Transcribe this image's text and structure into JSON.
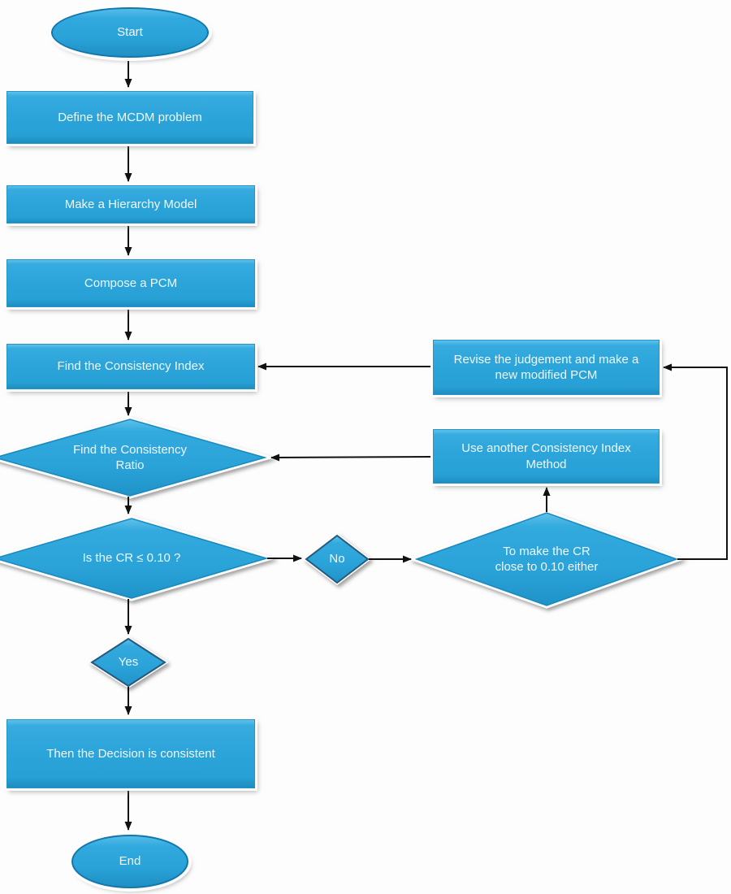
{
  "palette": {
    "node_fill": "#2ba4da",
    "node_fill_light": "#5ec1ea",
    "node_border": "#1789bd",
    "small_diamond_border": "#27597c",
    "label_text": "#eef8fd",
    "arrow": "#111111",
    "halo": "#fdfdfd",
    "background": "#fdfdfd"
  },
  "flowchart": {
    "nodes": [
      {
        "id": "start",
        "type": "terminator",
        "label": "Start"
      },
      {
        "id": "define",
        "type": "process",
        "label": "Define the MCDM problem"
      },
      {
        "id": "hierarchy",
        "type": "process",
        "label": "Make a Hierarchy Model"
      },
      {
        "id": "pcm",
        "type": "process",
        "label": "Compose a PCM"
      },
      {
        "id": "ci",
        "type": "process",
        "label": "Find the Consistency Index"
      },
      {
        "id": "cr",
        "type": "decision",
        "lines": [
          "Find the Consistency",
          "Ratio"
        ]
      },
      {
        "id": "cr-check",
        "type": "decision",
        "label": "Is the CR ≤ 0.10 ?"
      },
      {
        "id": "no",
        "type": "decision",
        "label": "No"
      },
      {
        "id": "to-make",
        "type": "decision",
        "lines": [
          "To make the CR",
          "close to 0.10 either"
        ]
      },
      {
        "id": "use-another",
        "type": "process",
        "lines": [
          "Use another Consistency Index",
          "Method"
        ]
      },
      {
        "id": "revise",
        "type": "process",
        "lines": [
          "Revise the judgement and make a",
          "new modified PCM"
        ]
      },
      {
        "id": "yes",
        "type": "decision",
        "label": "Yes"
      },
      {
        "id": "consistent",
        "type": "process",
        "label": "Then the Decision is consistent"
      },
      {
        "id": "end",
        "type": "terminator",
        "label": "End"
      }
    ],
    "edges": [
      {
        "from": "start",
        "to": "define"
      },
      {
        "from": "define",
        "to": "hierarchy"
      },
      {
        "from": "hierarchy",
        "to": "pcm"
      },
      {
        "from": "pcm",
        "to": "ci"
      },
      {
        "from": "ci",
        "to": "cr"
      },
      {
        "from": "cr",
        "to": "cr-check"
      },
      {
        "from": "cr-check",
        "to": "no"
      },
      {
        "from": "no",
        "to": "to-make"
      },
      {
        "from": "to-make",
        "to": "use-another"
      },
      {
        "from": "use-another",
        "to": "cr"
      },
      {
        "from": "to-make",
        "to": "revise"
      },
      {
        "from": "revise",
        "to": "ci"
      },
      {
        "from": "cr-check",
        "to": "yes"
      },
      {
        "from": "yes",
        "to": "consistent"
      },
      {
        "from": "consistent",
        "to": "end"
      }
    ]
  }
}
